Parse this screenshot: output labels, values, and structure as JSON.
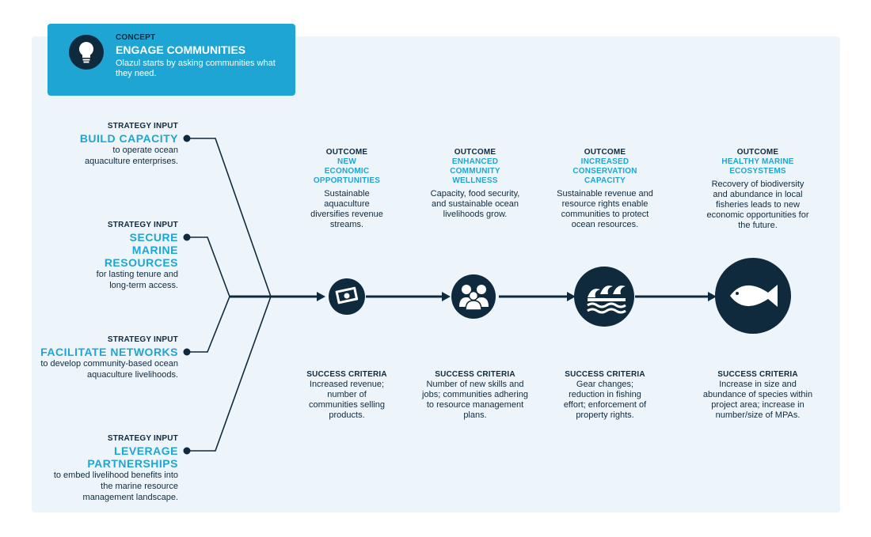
{
  "concept": {
    "kicker": "CONCEPT",
    "title": "ENGAGE COMMUNITIES",
    "description": "Olazul starts by asking communities what they need.",
    "icon": "lightbulb-icon"
  },
  "strategy_inputs": [
    {
      "kicker": "STRATEGY INPUT",
      "title": "BUILD CAPACITY",
      "description": "to operate ocean aquaculture enterprises."
    },
    {
      "kicker": "STRATEGY INPUT",
      "title": "SECURE MARINE RESOURCES",
      "description": "for lasting tenure and long-term access."
    },
    {
      "kicker": "STRATEGY INPUT",
      "title": "FACILITATE NETWORKS",
      "description": "to develop community-based ocean aquaculture livelihoods."
    },
    {
      "kicker": "STRATEGY INPUT",
      "title": "LEVERAGE PARTNERSHIPS",
      "description": "to embed livelihood benefits into the marine resource management landscape."
    }
  ],
  "outcomes": [
    {
      "kicker": "OUTCOME",
      "title": "NEW\nECONOMIC\nOPPORTUNITIES",
      "description": "Sustainable aquaculture diversifies revenue streams.",
      "icon": "money-icon"
    },
    {
      "kicker": "OUTCOME",
      "title": "ENHANCED\nCOMMUNITY\nWELLNESS",
      "description": "Capacity, food security, and sustainable ocean livelihoods grow.",
      "icon": "people-icon"
    },
    {
      "kicker": "OUTCOME",
      "title": "INCREASED\nCONSERVATION\nCAPACITY",
      "description": "Sustainable revenue and resource rights enable communities to protect ocean resources.",
      "icon": "waves-icon"
    },
    {
      "kicker": "OUTCOME",
      "title": "HEALTHY MARINE\nECOSYSTEMS",
      "description": "Recovery of biodiversity and abundance in local fisheries leads to new economic opportunities for the future.",
      "icon": "fish-icon"
    }
  ],
  "success_criteria": [
    {
      "kicker": "SUCCESS CRITERIA",
      "description": "Increased revenue; number of communities selling products."
    },
    {
      "kicker": "SUCCESS CRITERIA",
      "description": "Number of new skills and jobs; communities adhering to resource management plans."
    },
    {
      "kicker": "SUCCESS CRITERIA",
      "description": "Gear changes; reduction in fishing effort; enforcement of property rights."
    },
    {
      "kicker": "SUCCESS CRITERIA",
      "description": "Increase in size and abundance of species within project area; increase in number/size of MPAs."
    }
  ],
  "colors": {
    "navy": "#0f2a3d",
    "accent": "#1fa5d4",
    "panel": "#eef5fa"
  }
}
